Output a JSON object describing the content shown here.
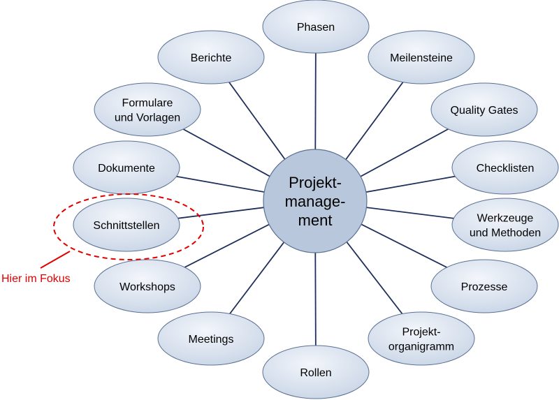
{
  "colors": {
    "node_fill_light": "#f3f6fb",
    "node_fill_dark": "#c9d5e6",
    "node_stroke": "#5b7193",
    "center_fill": "#b8c7dc",
    "spoke": "#1f2f5c",
    "focus": "#e00000"
  },
  "center": {
    "lines": [
      "Projekt-",
      "manage-",
      "ment"
    ]
  },
  "nodes": [
    {
      "id": "phasen",
      "lines": [
        "Phasen"
      ]
    },
    {
      "id": "meilensteine",
      "lines": [
        "Meilensteine"
      ]
    },
    {
      "id": "quality-gates",
      "lines": [
        "Quality Gates"
      ]
    },
    {
      "id": "checklisten",
      "lines": [
        "Checklisten"
      ]
    },
    {
      "id": "werkzeuge",
      "lines": [
        "Werkzeuge",
        "und Methoden"
      ]
    },
    {
      "id": "prozesse",
      "lines": [
        "Prozesse"
      ]
    },
    {
      "id": "projektorganigramm",
      "lines": [
        "Projekt-",
        "organigramm"
      ]
    },
    {
      "id": "rollen",
      "lines": [
        "Rollen"
      ]
    },
    {
      "id": "meetings",
      "lines": [
        "Meetings"
      ]
    },
    {
      "id": "workshops",
      "lines": [
        "Workshops"
      ]
    },
    {
      "id": "schnittstellen",
      "lines": [
        "Schnittstellen"
      ]
    },
    {
      "id": "dokumente",
      "lines": [
        "Dokumente"
      ]
    },
    {
      "id": "formulare",
      "lines": [
        "Formulare",
        "und Vorlagen"
      ]
    },
    {
      "id": "berichte",
      "lines": [
        "Berichte"
      ]
    }
  ],
  "focus": {
    "label": "Hier im Fokus",
    "node_id": "schnittstellen"
  }
}
